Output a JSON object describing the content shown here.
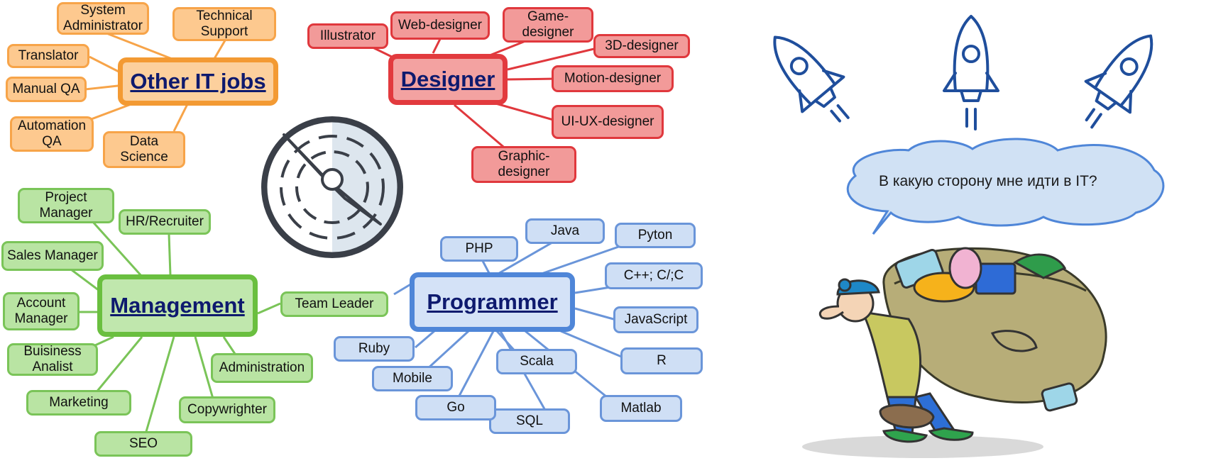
{
  "other": {
    "hub": "Other IT jobs",
    "items": [
      "System\nAdministrator",
      "Technical\nSupport",
      "Translator",
      "Manual QA",
      "Automation\nQA",
      "Data\nScience"
    ]
  },
  "designer": {
    "hub": "Designer",
    "items": [
      "Illustrator",
      "Web-designer",
      "Game-\ndesigner",
      "3D-designer",
      "Motion-designer",
      "UI-UX-designer",
      "Graphic-\ndesigner"
    ]
  },
  "management": {
    "hub": "Management",
    "items": [
      "Project\nManager",
      "HR/Recruiter",
      "Sales Manager",
      "Account\nManager",
      "Buisiness\nAnalist",
      "Marketing",
      "SEO",
      "Copywrighter",
      "Administration",
      "Team Leader"
    ]
  },
  "programmer": {
    "hub": "Programmer",
    "items": [
      "PHP",
      "Java",
      "Pyton",
      "C++; C/;C",
      "JavaScript",
      "R",
      "Matlab",
      "Scala",
      "SQL",
      "Go",
      "Mobile",
      "Ruby"
    ]
  },
  "bubble": {
    "text": "В какую сторону мне идти в IT?"
  },
  "colors": {
    "orange": "#f39a33",
    "red": "#e23a3e",
    "green": "#6abf3f",
    "blue": "#4f86d8",
    "rocket": "#1f4e9c"
  },
  "icons": [
    "compass-icon",
    "rocket-icon",
    "traveler-with-backpack-illustration"
  ]
}
